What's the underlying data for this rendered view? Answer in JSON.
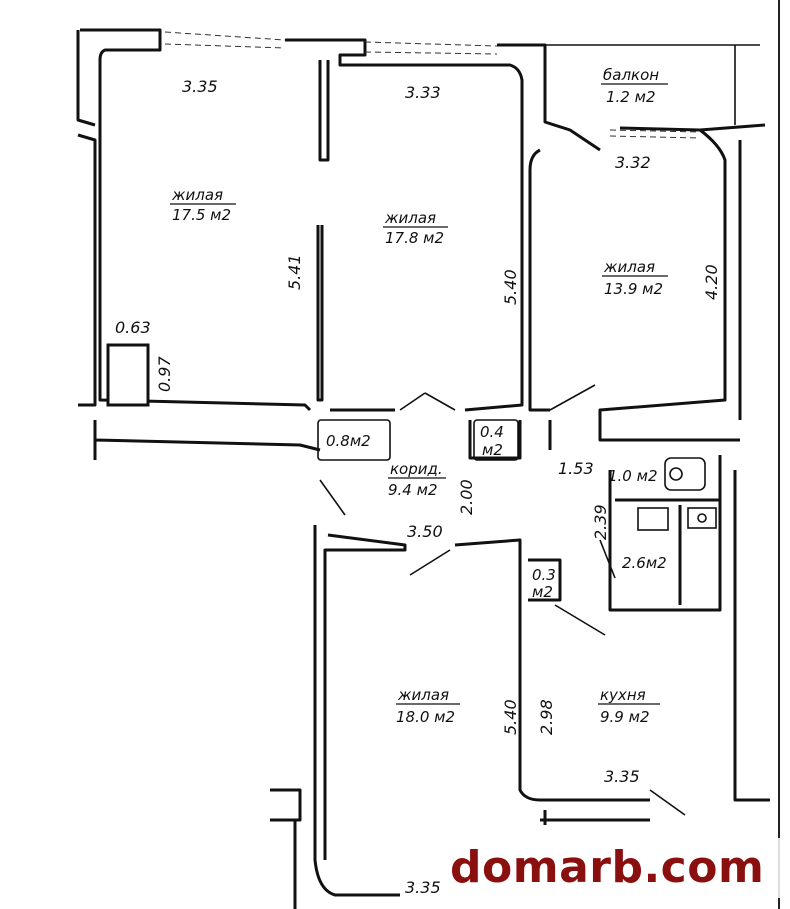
{
  "rooms": {
    "living1": {
      "title": "жилая",
      "area": "17.5 м2"
    },
    "living2": {
      "title": "жилая",
      "area": "17.8 м2"
    },
    "living3": {
      "title": "жилая",
      "area": "13.9 м2"
    },
    "living4": {
      "title": "жилая",
      "area": "18.0 м2"
    },
    "balcony": {
      "title": "балкон",
      "area": "1.2 м2"
    },
    "corridor": {
      "title": "корид.",
      "area": "9.4 м2"
    },
    "kitchen": {
      "title": "кухня",
      "area": "9.9 м2"
    },
    "closet1": {
      "area": "0.8м2"
    },
    "closet2": {
      "line1": "0.4",
      "line2": "м2"
    },
    "closet3": {
      "line1": "0.3",
      "line2": "м2"
    },
    "toilet": {
      "area": "1.0 м2"
    },
    "bath": {
      "area": "2.6м2"
    }
  },
  "dimensions": {
    "d335_top": "3.35",
    "d333": "3.33",
    "d332": "3.32",
    "d541": "5.41",
    "d540_a": "5.40",
    "d420": "4.20",
    "d063": "0.63",
    "d097": "0.97",
    "d153": "1.53",
    "d200": "2.00",
    "d350": "3.50",
    "d239": "2.39",
    "d540_b": "5.40",
    "d298": "2.98",
    "d335_kitchen": "3.35",
    "d335_bottom": "3.35"
  },
  "watermark": "domarb.com"
}
